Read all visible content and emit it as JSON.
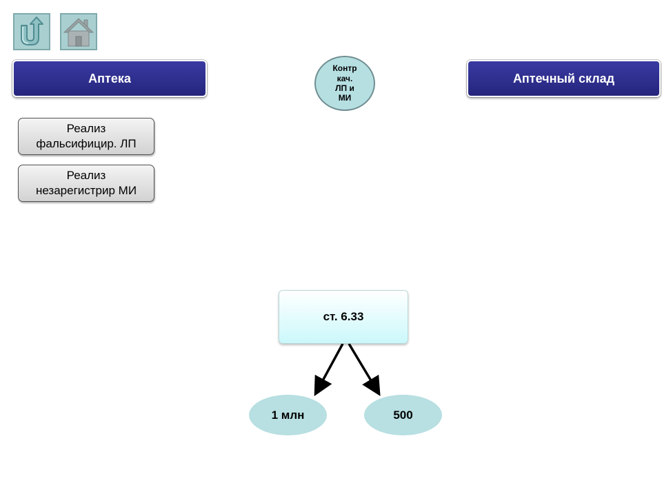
{
  "nav": {
    "back_icon": "u-turn-up-arrow-icon",
    "home_icon": "home-icon"
  },
  "headers": {
    "left": "Аптека",
    "right": "Аптечный склад"
  },
  "center_circle": "Контр\nкач.\nЛП и\nМИ",
  "left_buttons": [
    "Реализ\nфальсифицир. ЛП",
    "Реализ\nнезарегистрир МИ"
  ],
  "diagram": {
    "article": "ст. 6.33",
    "left_value": "1 млн",
    "right_value": "500"
  },
  "colors": {
    "header": "#2e2e8f",
    "nav_tile": "#a9cfd1",
    "circle": "#b6dfe2",
    "oval": "#b8dfe2",
    "article_box": "#cbf8fb"
  }
}
